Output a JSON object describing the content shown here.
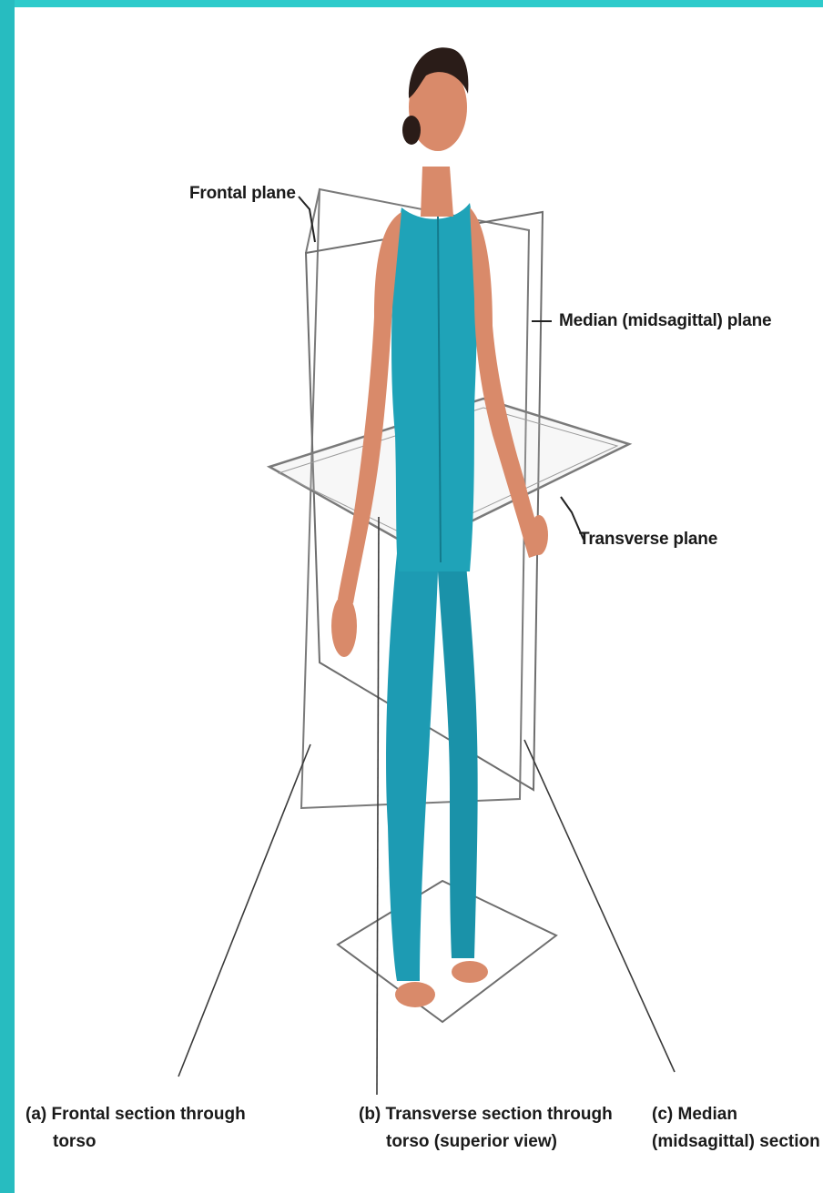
{
  "colors": {
    "background_border": "#2cc4c6",
    "panel": "#ffffff",
    "bodysuit": "#1e9fb6",
    "skin": "#d98a6a",
    "plane_line": "#6b6b6b",
    "text": "#1a1a1a"
  },
  "labels": {
    "frontal_plane": "Frontal plane",
    "median_plane": "Median (midsagittal) plane",
    "transverse_plane": "Transverse plane"
  },
  "captions": {
    "a_line1": "(a) Frontal section through",
    "a_line2": "torso",
    "b_line1": "(b) Transverse section through",
    "b_line2": "torso (superior view)",
    "c_line1": "(c) Median",
    "c_line2": "(midsagittal) section"
  }
}
